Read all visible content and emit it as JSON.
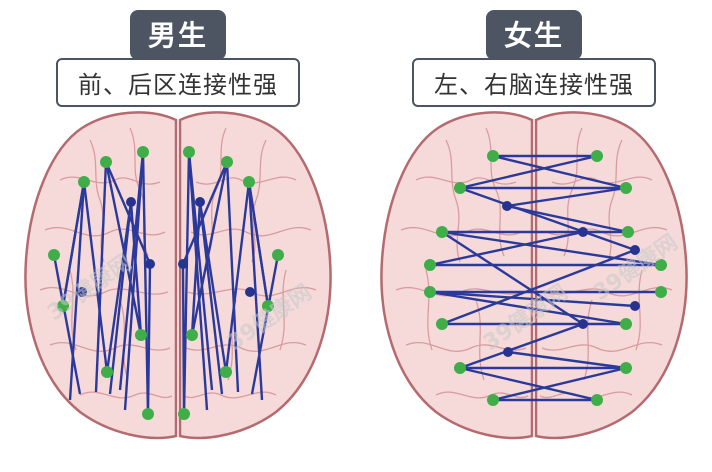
{
  "left": {
    "tag": "男生",
    "caption": "前、后区连接性强"
  },
  "right": {
    "tag": "女生",
    "caption": "左、右脑连接性强"
  },
  "colors": {
    "tag_bg": "#4e5562",
    "brain_fill": "#f6dada",
    "brain_outline": "#b46a6f",
    "brain_fold": "#d99c9f",
    "connection": "#2b3a9a",
    "node_green": "#3fae49",
    "node_blue": "#27348f"
  },
  "watermark": "39健康网"
}
